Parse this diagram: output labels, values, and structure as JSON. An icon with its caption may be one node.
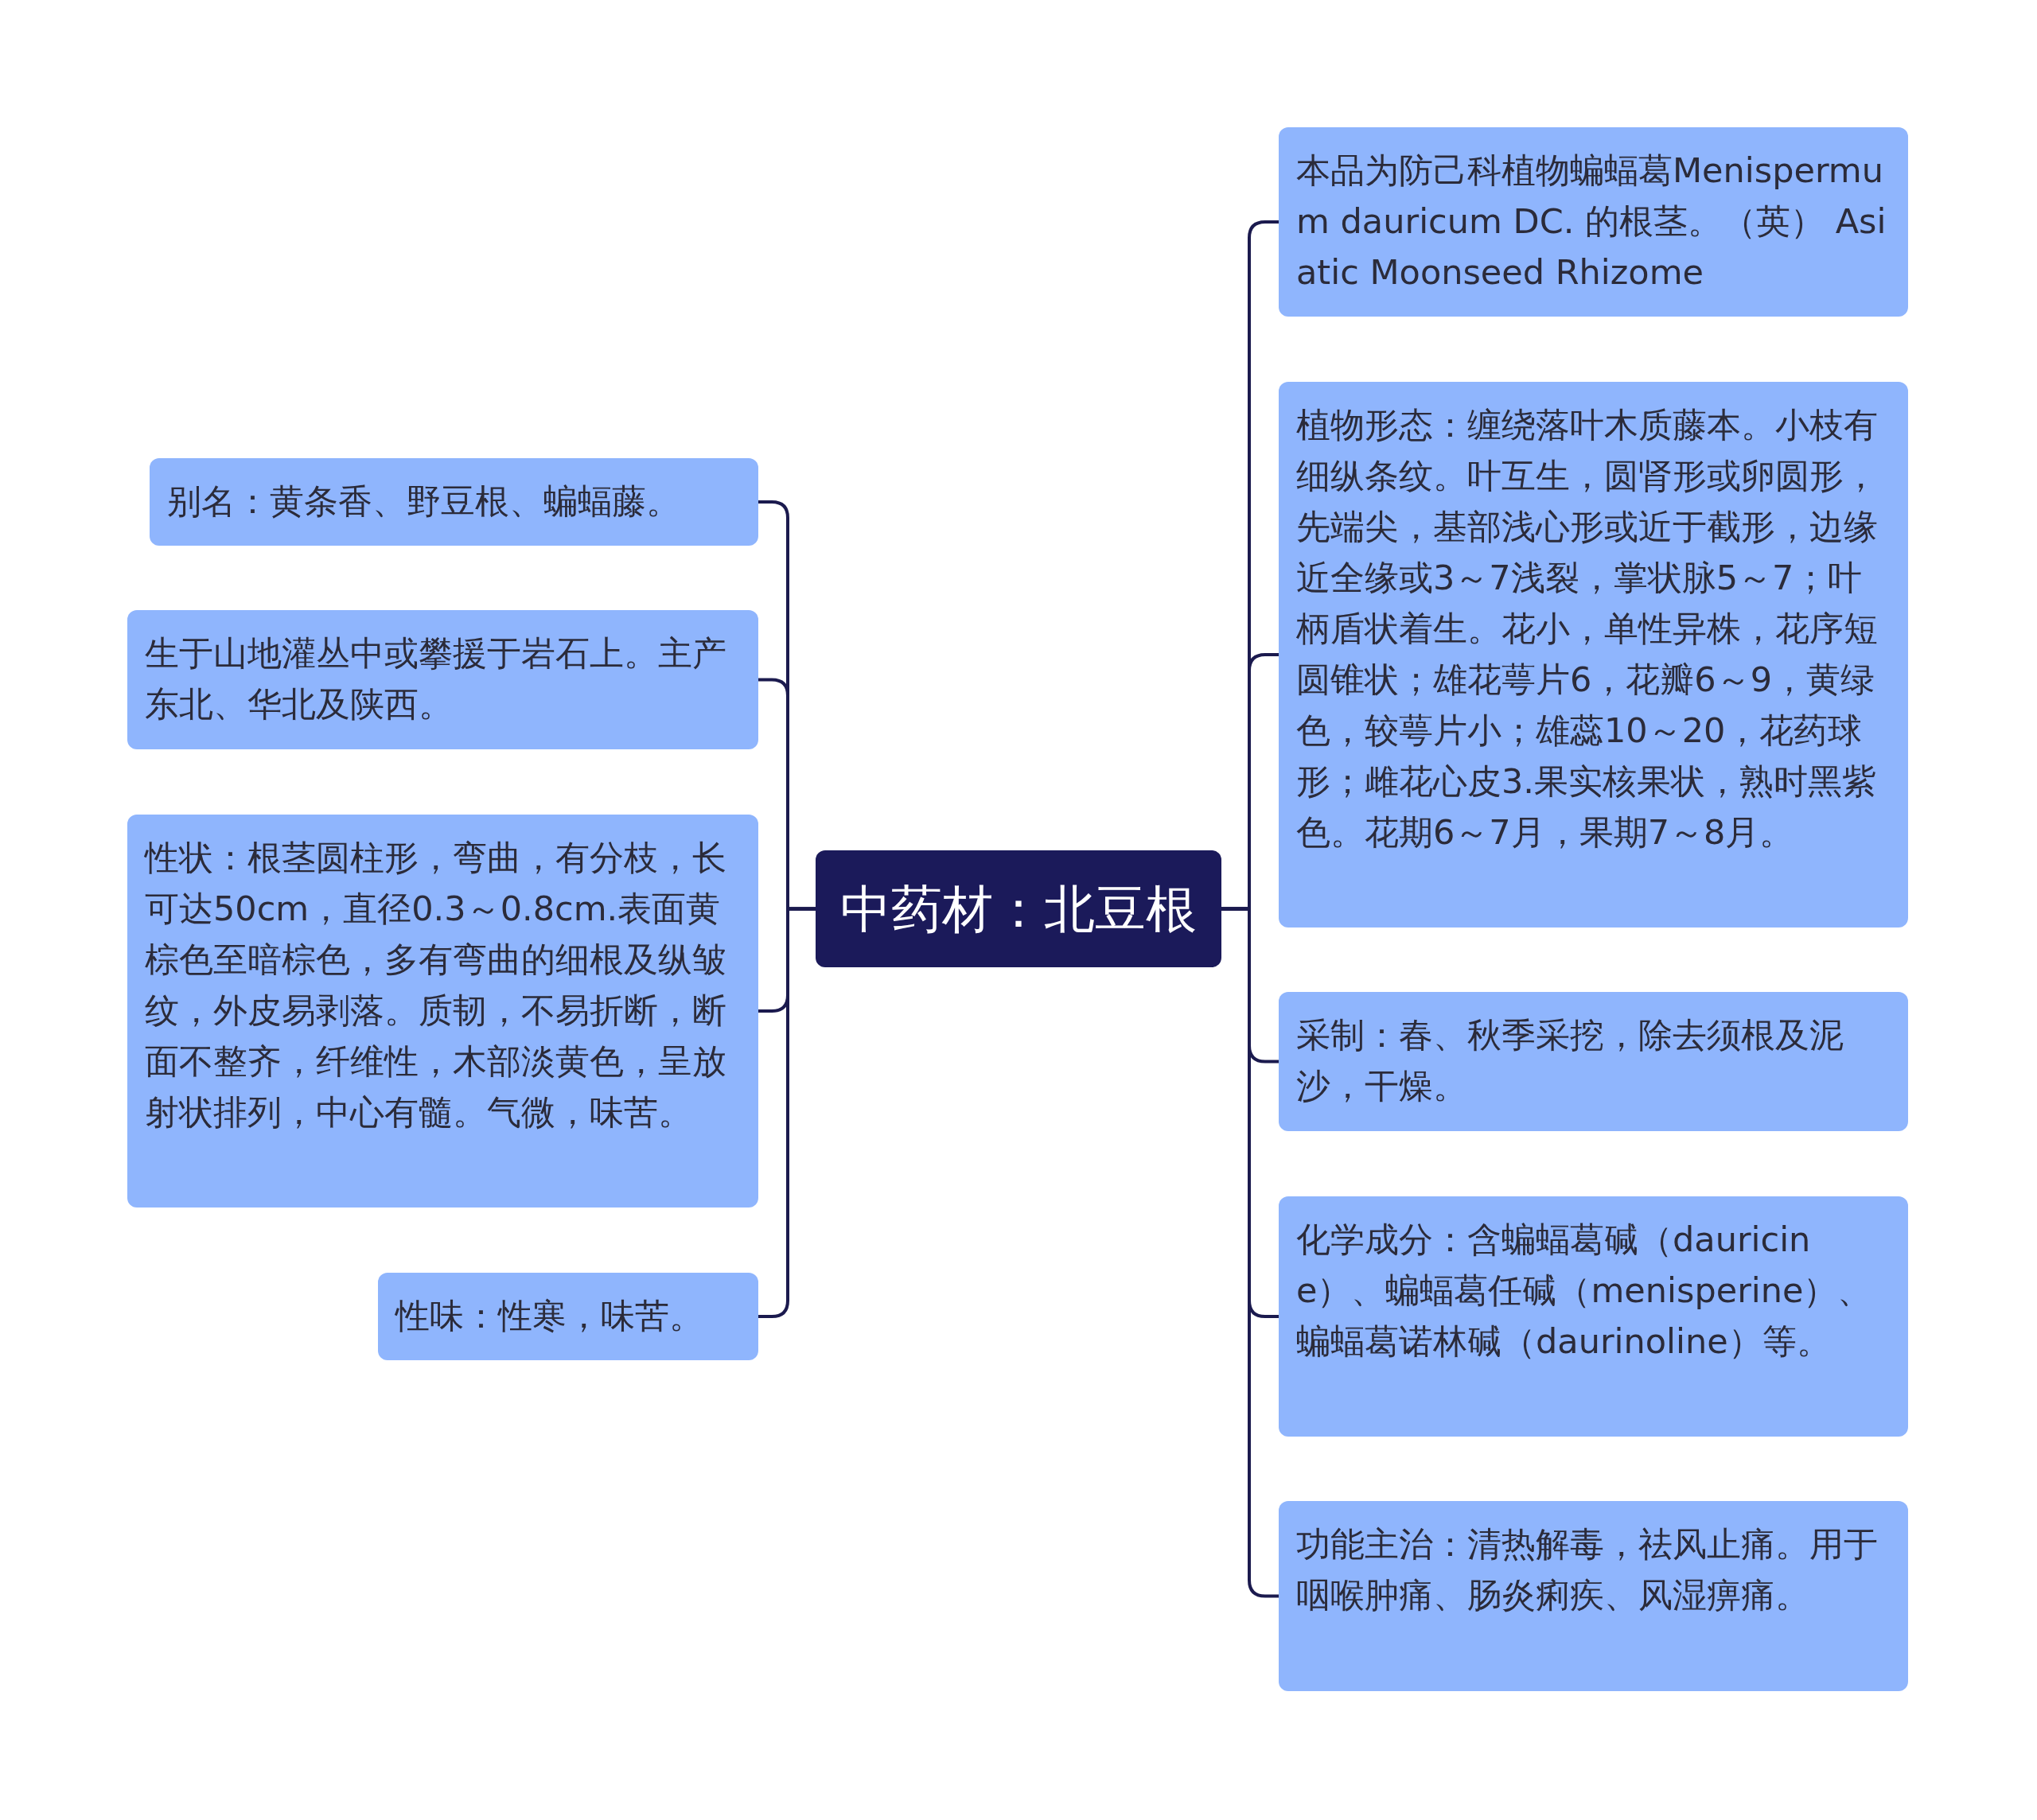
{
  "diagram": {
    "nodes": [
      {
        "text": [
          "中药材：北豆根"
        ]
      },
      {
        "text": [
          "别名：黄条香、野豆根、蝙蝠藤。"
        ]
      },
      {
        "text": [
          "生于山地灌丛中或攀援于岩石上。主产东北、华北及陕西。"
        ]
      },
      {
        "text": [
          "性状：根茎圆柱形，弯曲，有分枝，长可达50cm，直径0.3～0.8cm.表面黄棕色至暗棕色，多有弯曲的细根及纵皱纹，外皮易剥落。质韧，不易折断，断面不整齐，纤维性，木部淡黄色，呈放射状排列，中心有髓。气微，味苦。"
        ]
      },
      {
        "text": [
          "性味：性寒，味苦。"
        ]
      },
      {
        "text": [
          "本品为防己科植物蝙蝠葛Menispermum dauricum DC. 的根茎。（英） Asiatic Moonseed Rhizome"
        ]
      },
      {
        "text": [
          "植物形态：缠绕落叶木质藤本。小枝有细纵条纹。叶互生，圆肾形或卵圆形，先端尖，基部浅心形或近于截形，边缘近全缘或3～7浅裂，掌状脉5～7；叶柄盾状着生。花小，单性异株，花序短圆锥状；雄花萼片6，花瓣6～9，黄绿色，较萼片小；雄蕊10～20，花药球形；雌花心皮3.果实核果状，熟时黑紫色。花期6～7月，果期7～8月。"
        ]
      },
      {
        "text": [
          "采制：春、秋季采挖，除去须根及泥沙，干燥。"
        ]
      },
      {
        "text": [
          "化学成分：含蝙蝠葛碱（dauricine）、蝙蝠葛任碱（menisperine）、蝙蝠葛诺林碱（daurinoline）等。"
        ]
      },
      {
        "text": [
          "功能主治：清热解毒，祛风止痛。用于咽喉肿痛、肠炎痢疾、风湿痹痛。"
        ]
      }
    ],
    "edges": [
      {
        "from": 0,
        "to": 1,
        "arrow": "none"
      },
      {
        "from": 0,
        "to": 2,
        "arrow": "none"
      },
      {
        "from": 0,
        "to": 3,
        "arrow": "none"
      },
      {
        "from": 0,
        "to": 4,
        "arrow": "none"
      },
      {
        "from": 0,
        "to": 5,
        "arrow": "none"
      },
      {
        "from": 0,
        "to": 6,
        "arrow": "none"
      },
      {
        "from": 0,
        "to": 7,
        "arrow": "none"
      },
      {
        "from": 0,
        "to": 8,
        "arrow": "none"
      },
      {
        "from": 0,
        "to": 9,
        "arrow": "none"
      }
    ]
  }
}
